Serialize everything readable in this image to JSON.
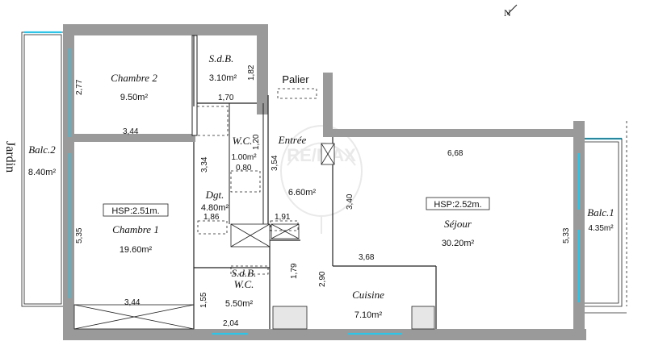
{
  "exterior": {
    "label": "Jardin"
  },
  "north": {
    "label": "N"
  },
  "watermark": {
    "label": "RE/MAX"
  },
  "rooms": {
    "chambre2": {
      "name": "Chambre 2",
      "area": "9.50m²"
    },
    "sdb1": {
      "name": "S.d.B.",
      "area": "3.10m²"
    },
    "palier": {
      "name": "Palier"
    },
    "wc": {
      "name": "W.C.",
      "area": "1.00m²"
    },
    "entree": {
      "name": "Entrée",
      "area": "6.60m²"
    },
    "dgt": {
      "name": "Dgt.",
      "area": "4.80m²"
    },
    "chambre1": {
      "name": "Chambre 1",
      "area": "19.60m²",
      "hsp": "HSP:2.51m."
    },
    "sejour": {
      "name": "Séjour",
      "area": "30.20m²",
      "hsp": "HSP:2.52m."
    },
    "balc1": {
      "name": "Balc.1",
      "area": "4.35m²"
    },
    "balc2": {
      "name": "Balc.2",
      "area": "8.40m²"
    },
    "sdbwc": {
      "name1": "S.d.B.",
      "name2": "W.C.",
      "area": "5.50m²"
    },
    "cuisine": {
      "name": "Cuisine",
      "area": "7.10m²"
    }
  },
  "dimensions": {
    "d_277": "2,77",
    "d_182": "1,82",
    "d_170": "1,70",
    "d_344_top": "3,44",
    "d_120": "1,20",
    "d_080": "0,80",
    "d_334": "3,34",
    "d_354": "3,54",
    "d_668": "6,68",
    "d_340": "3,40",
    "d_186": "1,86",
    "d_191": "1,91",
    "d_535": "5,35",
    "d_533": "5,33",
    "d_179": "1,79",
    "d_290": "2,90",
    "d_368": "3,68",
    "d_155": "1,55",
    "d_344_bottom": "3,44",
    "d_204": "2,04"
  }
}
